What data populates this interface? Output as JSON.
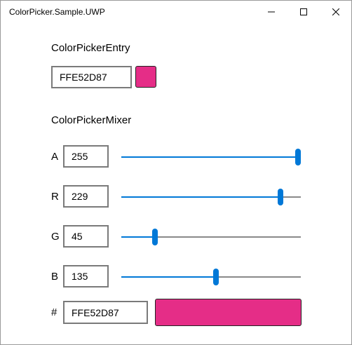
{
  "window": {
    "title": "ColorPicker.Sample.UWP",
    "minimize_icon": "minimize-icon",
    "maximize_icon": "maximize-icon",
    "close_icon": "close-icon"
  },
  "entry": {
    "heading": "ColorPickerEntry",
    "hex_value": "FFE52D87",
    "swatch_color": "#E52D87"
  },
  "mixer": {
    "heading": "ColorPickerMixer",
    "channels": [
      {
        "label": "A",
        "value": "255",
        "max": 255
      },
      {
        "label": "R",
        "value": "229",
        "max": 255
      },
      {
        "label": "G",
        "value": "45",
        "max": 255
      },
      {
        "label": "B",
        "value": "135",
        "max": 255
      }
    ],
    "hex_label": "#",
    "hex_value": "FFE52D87",
    "preview_color": "#E52D87"
  },
  "colors": {
    "accent": "#0078D7",
    "track": "#8A8A8A"
  }
}
